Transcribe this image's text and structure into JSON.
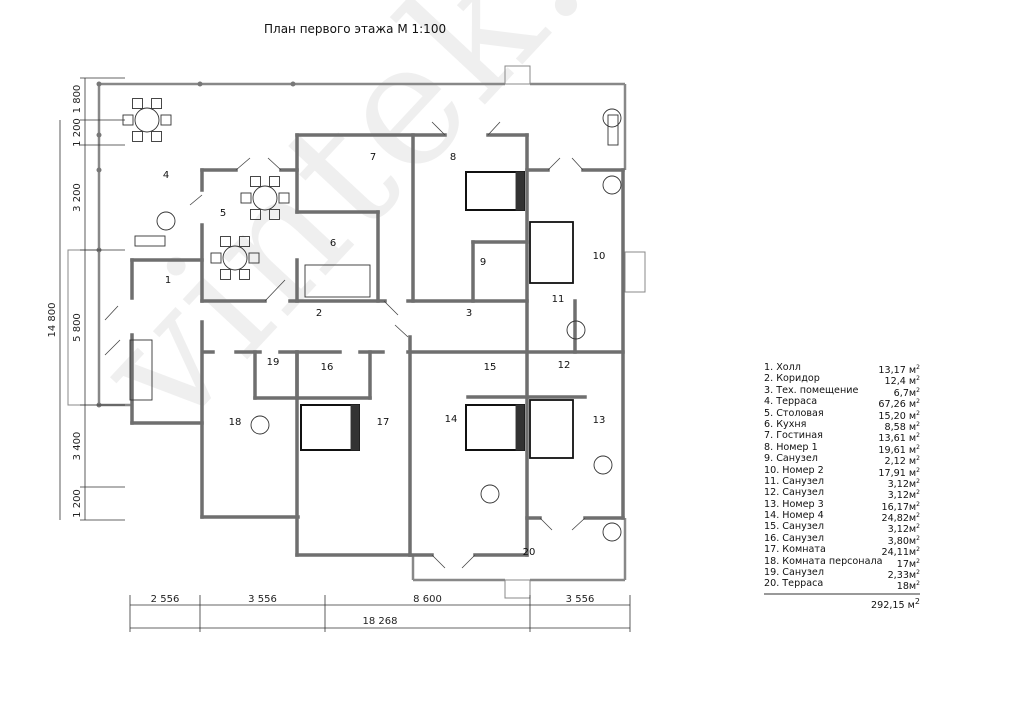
{
  "title": "План первого этажа М 1:100",
  "watermark": "vintek.ru",
  "dimensions": {
    "left": [
      "1 800",
      "1 200",
      "3 200",
      "5 800",
      "3 400",
      "1 200"
    ],
    "left_total": "14 800",
    "bottom": [
      "2 556",
      "3 556",
      "8 600",
      "3 556"
    ],
    "bottom_total": "18 268"
  },
  "room_numbers": [
    "1",
    "2",
    "3",
    "4",
    "5",
    "6",
    "7",
    "8",
    "9",
    "10",
    "11",
    "12",
    "13",
    "14",
    "15",
    "16",
    "17",
    "18",
    "19",
    "20"
  ],
  "legend": {
    "items": [
      {
        "name": "1. Холл",
        "area": "13,17 м",
        "sup": "2"
      },
      {
        "name": "2. Коридор",
        "area": "12,4 м",
        "sup": "2"
      },
      {
        "name": "3. Тех. помещение",
        "area": "6,7м",
        "sup": "2"
      },
      {
        "name": "4. Терраса",
        "area": "67,26 м",
        "sup": "2"
      },
      {
        "name": "5. Столовая",
        "area": "15,20 м",
        "sup": "2"
      },
      {
        "name": "6. Кухня",
        "area": "8,58 м",
        "sup": "2"
      },
      {
        "name": "7. Гостиная",
        "area": "13,61 м",
        "sup": "2"
      },
      {
        "name": "8. Номер 1",
        "area": "19,61 м",
        "sup": "2"
      },
      {
        "name": "9. Санузел",
        "area": "2,12 м",
        "sup": "2"
      },
      {
        "name": "10. Номер 2",
        "area": "17,91 м",
        "sup": "2"
      },
      {
        "name": "11. Санузел",
        "area": "3,12м",
        "sup": "2"
      },
      {
        "name": "12. Санузел",
        "area": "3,12м",
        "sup": "2"
      },
      {
        "name": "13. Номер 3",
        "area": "16,17м",
        "sup": "2"
      },
      {
        "name": "14. Номер 4",
        "area": "24,82м",
        "sup": "2"
      },
      {
        "name": "15. Санузел",
        "area": "3,12м",
        "sup": "2"
      },
      {
        "name": "16. Санузел",
        "area": "3,80м",
        "sup": "2"
      },
      {
        "name": "17. Комната",
        "area": "24,11м",
        "sup": "2"
      },
      {
        "name": "18. Комната персонала",
        "area": "17м",
        "sup": "2"
      },
      {
        "name": "19. Санузел",
        "area": "2,33м",
        "sup": "2"
      },
      {
        "name": "20. Терраса",
        "area": "18м",
        "sup": "2"
      }
    ],
    "total": "292,15 м",
    "total_sup": "2"
  }
}
